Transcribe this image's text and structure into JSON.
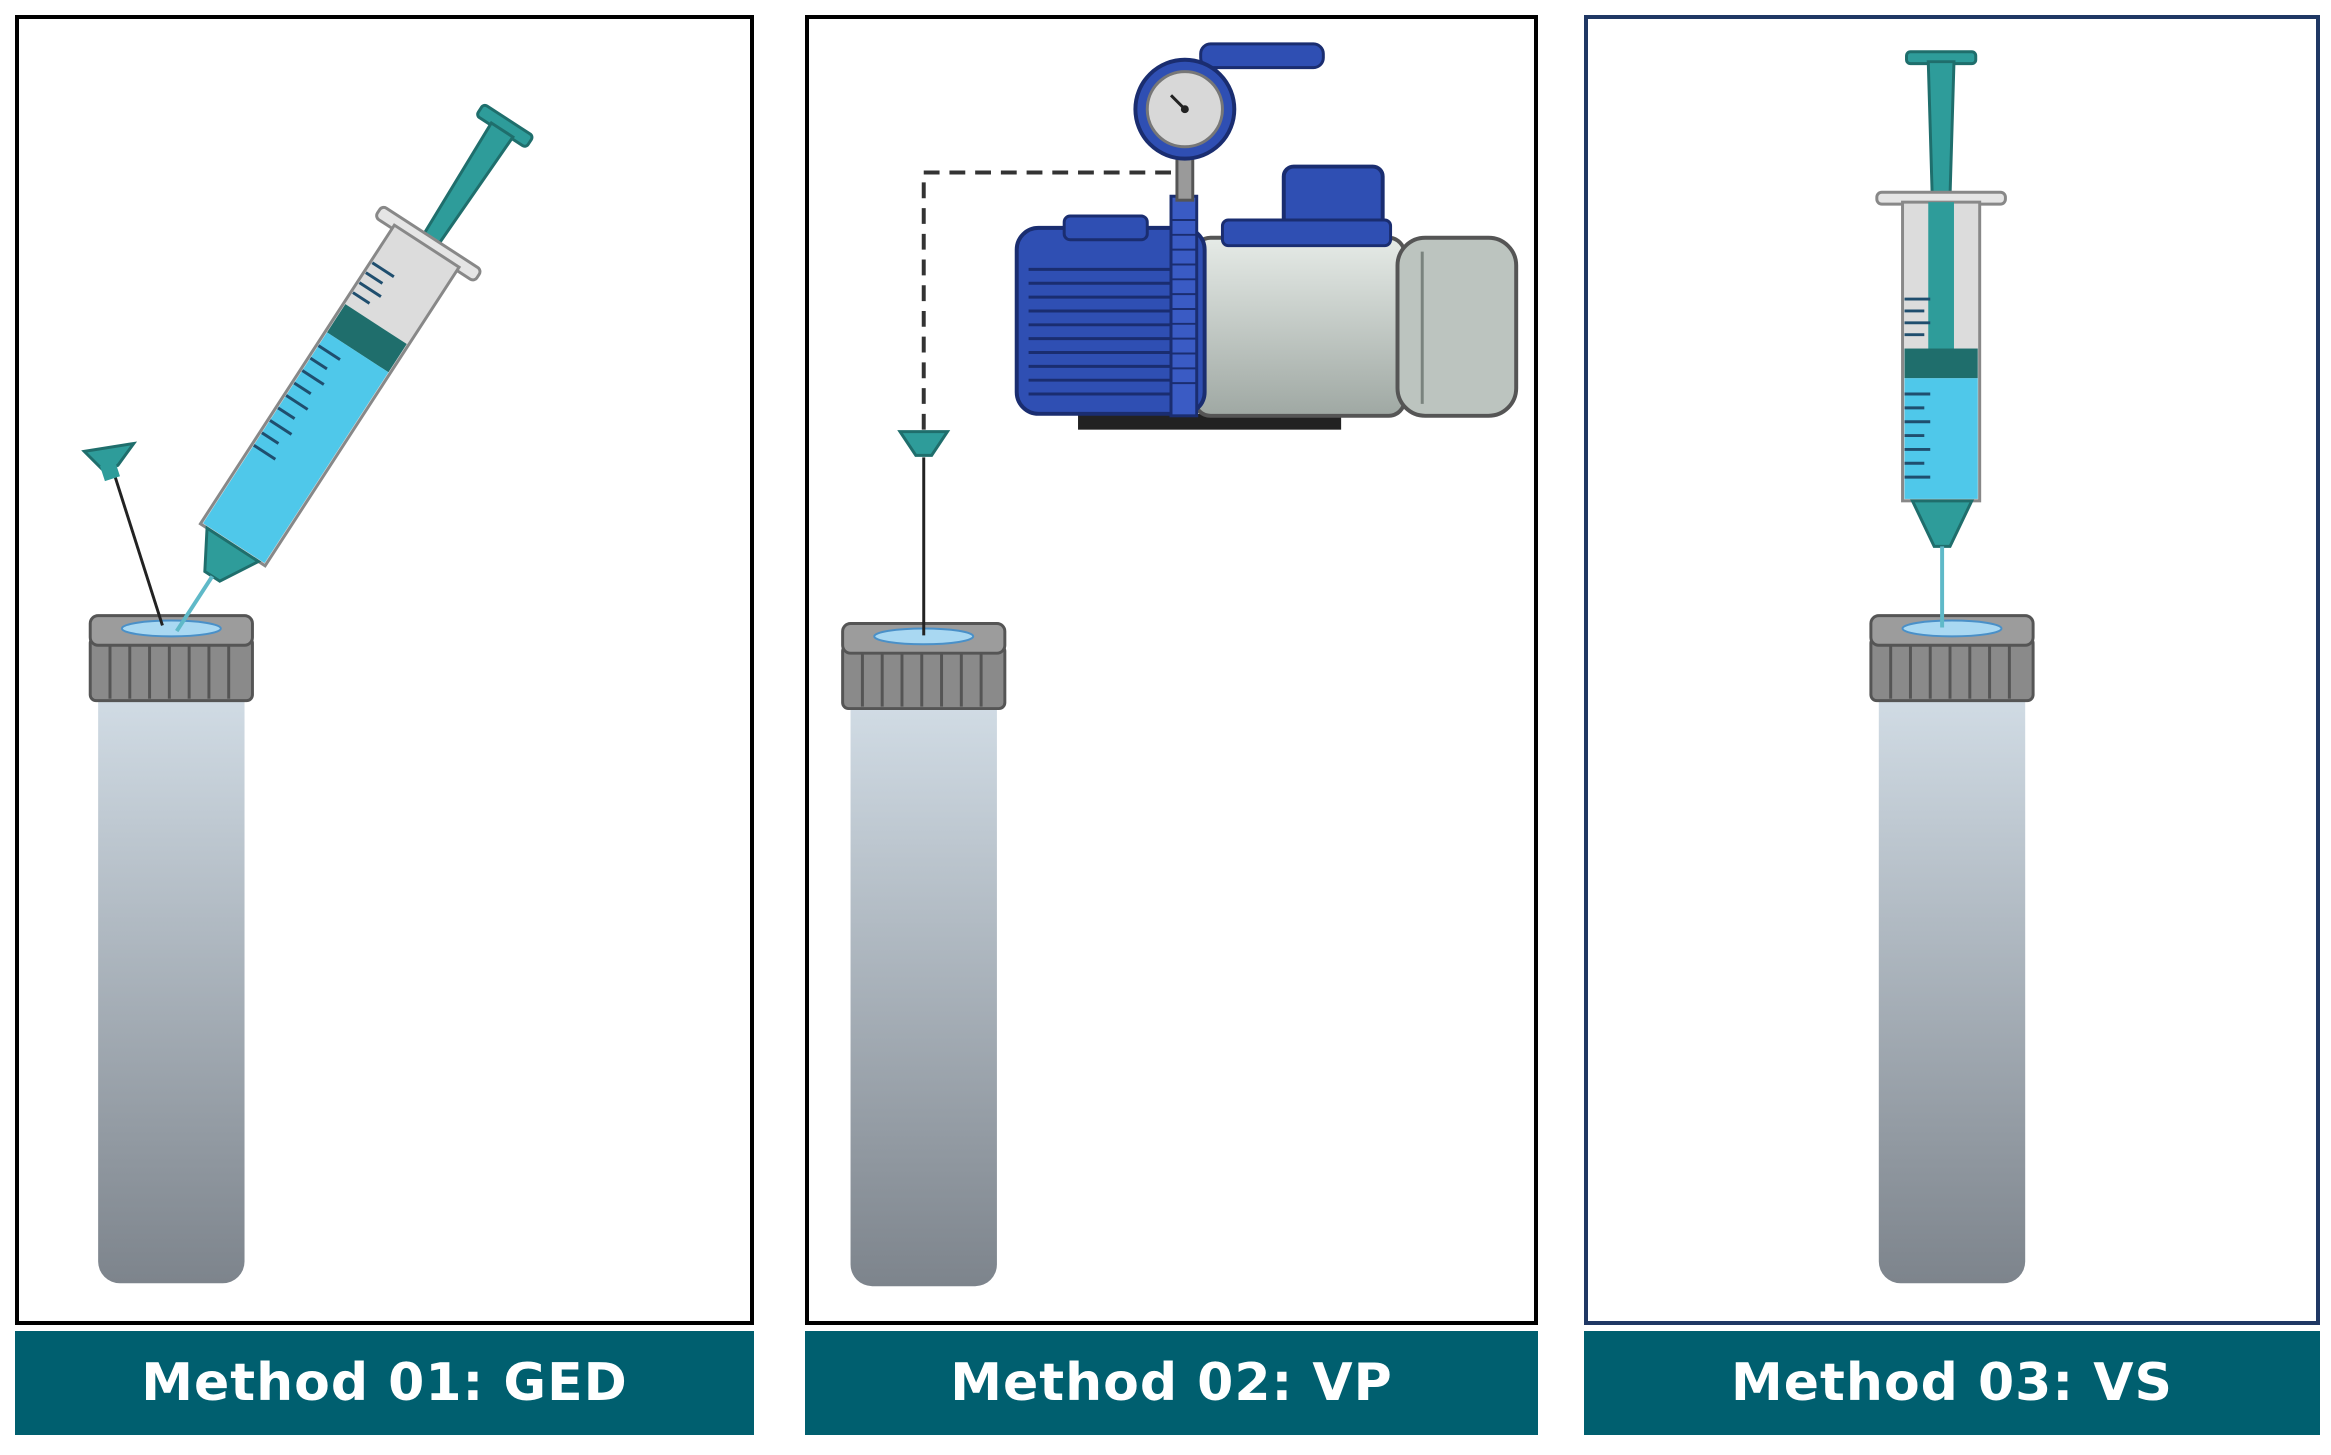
{
  "colors": {
    "label_bg": "#005f6f",
    "label_text": "#ffffff",
    "teal": "#2e9c9a",
    "teal_dark": "#1f6e6c",
    "liquid": "#4fc8ea",
    "pump_blue": "#2f4fb3",
    "pump_gray": "#c9d0cc",
    "vial_top": "#d4dfe8",
    "vial_bottom": "#7d848c"
  },
  "icons": [
    "syringe-icon",
    "vial-icon",
    "needle-icon",
    "vacuum-pump-icon",
    "pressure-gauge-icon"
  ],
  "methods": [
    {
      "label": "Method 01: GED"
    },
    {
      "label": "Method 02: VP"
    },
    {
      "label": "Method 03: VS"
    }
  ]
}
